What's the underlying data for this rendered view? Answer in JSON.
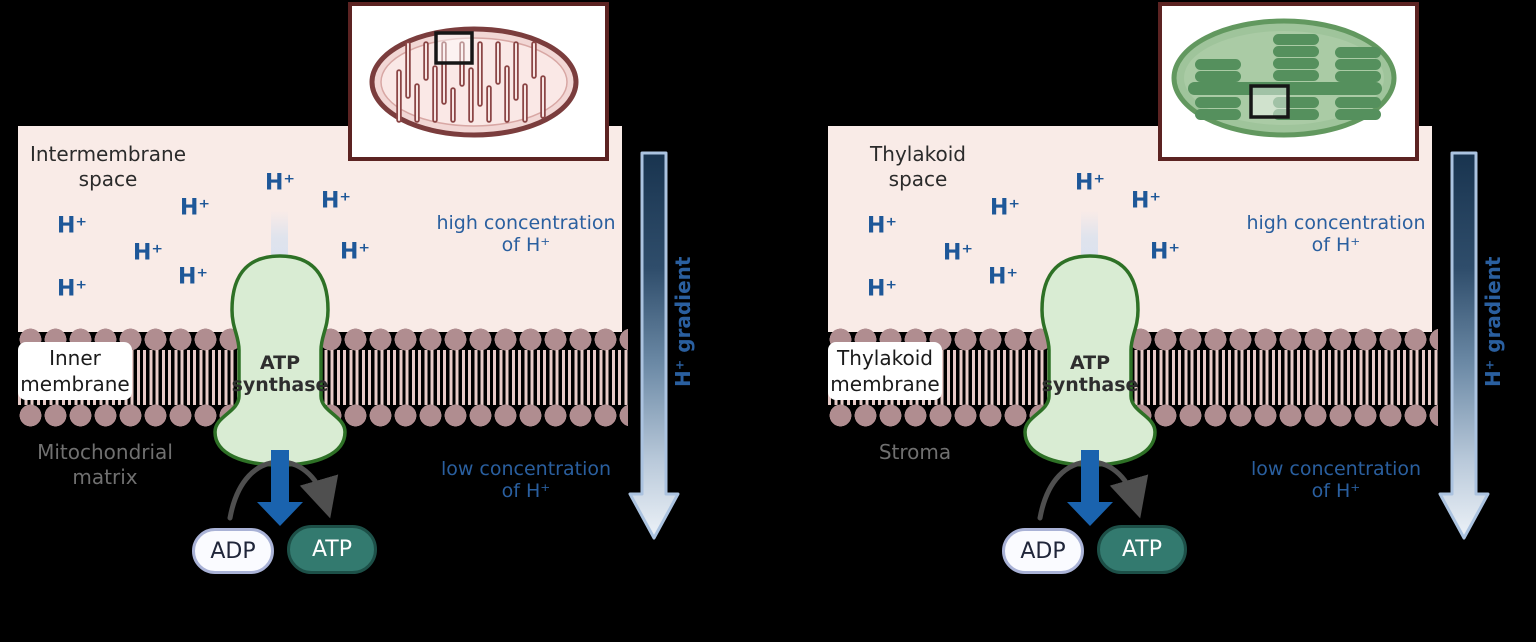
{
  "labels": {
    "h_plus": "H⁺"
  },
  "panels": [
    {
      "inset_illustration": "mitochondrion",
      "space_line1": "Intermembrane",
      "space_line2": "space",
      "high_line1": "high concentration",
      "high_line2": "of H⁺",
      "membrane_line1": "Inner",
      "membrane_line2": "membrane",
      "enzyme_line1": "ATP",
      "enzyme_line2": "synthase",
      "matrix_line1": "Mitochondrial",
      "matrix_line2": "matrix",
      "low_line1": "low concentration",
      "low_line2": "of H⁺",
      "adp": "ADP",
      "atp": "ATP",
      "gradient_label": "H⁺ gradient"
    },
    {
      "inset_illustration": "chloroplast",
      "space_line1": "Thylakoid",
      "space_line2": "space",
      "high_line1": "high concentration",
      "high_line2": "of H⁺",
      "membrane_line1": "Thylakoid",
      "membrane_line2": "membrane",
      "enzyme_line1": "ATP",
      "enzyme_line2": "synthase",
      "matrix_line1": "Stroma",
      "matrix_line2": "",
      "low_line1": "low concentration",
      "low_line2": "of H⁺",
      "adp": "ADP",
      "atp": "ATP",
      "gradient_label": "H⁺ gradient"
    }
  ],
  "colors": {
    "background": "#000000",
    "space_bg": "#f9ebe7",
    "membrane_head": "#b08d90",
    "membrane_tail": "#e8cbc8",
    "h_plus_blue": "#1e5798",
    "concentration_blue": "#2a5f9f",
    "synthase_fill": "#d9ecd3",
    "synthase_stroke": "#2e7126",
    "blue_arrow": "#1a63ae",
    "curved_arrow_gray": "#4f4f4f",
    "adp_pill_border": "#a9b2d6",
    "atp_pill_fill": "#337a6f",
    "gradient_arrow_border": "#abc3e0",
    "gradient_dark": "#19344f",
    "gradient_light": "#edf2f8",
    "inset_border": "#5c2322",
    "matrix_text_gray": "#707070"
  }
}
